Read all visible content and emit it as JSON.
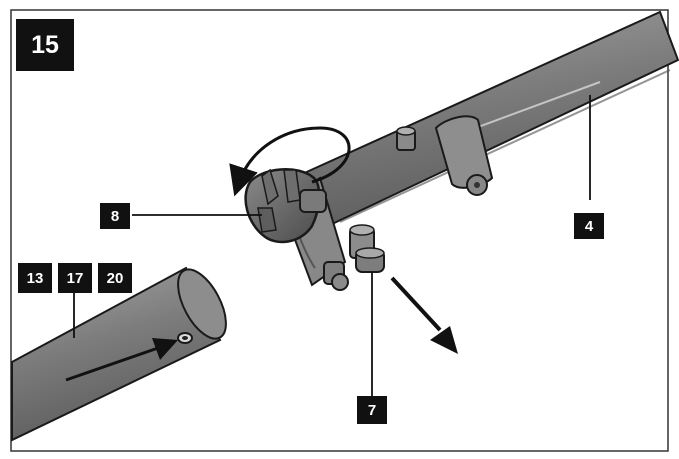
{
  "figure": {
    "step_number": "15",
    "callouts": {
      "eight": "8",
      "four": "4",
      "seven": "7",
      "thirteen": "13",
      "seventeen": "17",
      "twenty": "20"
    }
  },
  "colors": {
    "tube": "#7d7d7d",
    "tube_dark": "#5a5a5a",
    "tube_light": "#a9a9a9",
    "outline": "#1a1a1a",
    "label_bg": "#111111",
    "label_text": "#ffffff"
  }
}
